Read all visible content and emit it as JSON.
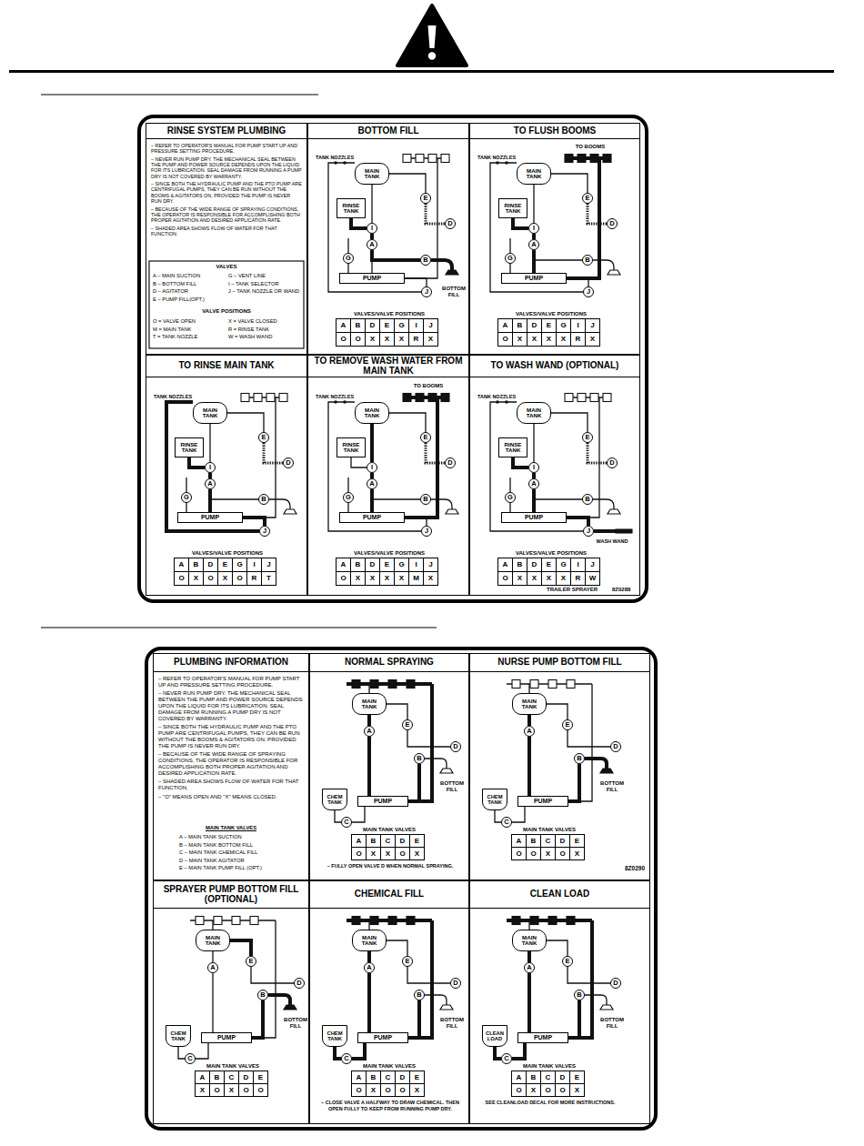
{
  "diagram": {
    "nodes": [
      {
        "text": [
          "RINSE SYSTEM PLUMBING",
          "– REFER TO OPERATOR'S MANUAL FOR PUMP START UP AND PRESSURE SETTING PROCEDURE.",
          "– NEVER RUN PUMP DRY. THE MECHANICAL SEAL BETWEEN THE PUMP AND POWER SOURCE DEPENDS UPON THE LIQUID FOR ITS LUBRICATION. SEAL DAMAGE FROM RUNNING A PUMP DRY IS NOT COVERED BY WARRANTY.",
          "– SINCE BOTH THE HYDRAULIC PUMP AND THE PTO PUMP ARE CENTRIFUGAL PUMPS, THEY CAN BE RUN WITHOUT THE BOOMS & AGITATORS ON, PROVIDED THE PUMP IS NEVER RUN DRY.",
          "– BECAUSE OF THE WIDE RANGE OF SPRAYING CONDITIONS, THE OPERATOR IS RESPONSIBLE FOR ACCOMPLISHING BOTH PROPER AGITATION AND DESIRED APPLICATION RATE.",
          "– SHADED AREA SHOWS FLOW OF WATER FOR THAT FUNCTION."
        ]
      },
      {
        "text": [
          "BOTTOM FILL"
        ]
      },
      {
        "text": [
          "MAIN TANK"
        ],
        "in": 1
      },
      {
        "text": [
          "RINSE TANK"
        ],
        "in": 1
      },
      {
        "text": [
          "E"
        ],
        "in": 1
      },
      {
        "text": [
          "D"
        ],
        "in": 1
      },
      {
        "text": [
          "I"
        ],
        "in": 1
      },
      {
        "text": [
          "A"
        ],
        "in": 1
      },
      {
        "text": [
          "G"
        ],
        "in": 1
      },
      {
        "text": [
          "B"
        ],
        "in": 1
      },
      {
        "text": [
          "PUMP"
        ],
        "in": 1
      },
      {
        "text": [
          "J"
        ],
        "in": 1
      },
      {
        "text": [
          "TO FLUSH BOOMS"
        ]
      },
      {
        "text": [
          "MAIN TANK"
        ],
        "in": 12
      },
      {
        "text": [
          "RINSE TANK"
        ],
        "in": 12
      },
      {
        "text": [
          "E"
        ],
        "in": 12
      },
      {
        "text": [
          "D"
        ],
        "in": 12
      },
      {
        "text": [
          "I"
        ],
        "in": 12
      },
      {
        "text": [
          "A"
        ],
        "in": 12
      },
      {
        "text": [
          "G"
        ],
        "in": 12
      },
      {
        "text": [
          "B"
        ],
        "in": 12
      },
      {
        "text": [
          "PUMP"
        ],
        "in": 12
      },
      {
        "text": [
          "J"
        ],
        "in": 12
      },
      {
        "text": [
          "TO RINSE MAIN TANK"
        ]
      },
      {
        "text": [
          "MAIN TANK"
        ],
        "in": 23
      },
      {
        "text": [
          "RINSE TANK"
        ],
        "in": 23
      },
      {
        "text": [
          "E"
        ],
        "in": 23
      },
      {
        "text": [
          "D"
        ],
        "in": 23
      },
      {
        "text": [
          "I"
        ],
        "in": 23
      },
      {
        "text": [
          "A"
        ],
        "in": 23
      },
      {
        "text": [
          "G"
        ],
        "in": 23
      },
      {
        "text": [
          "B"
        ],
        "in": 23
      },
      {
        "text": [
          "PUMP"
        ],
        "in": 23
      },
      {
        "text": [
          "J"
        ],
        "in": 23
      },
      {
        "text": [
          "TO REMOVE WASH WATER FROM MAIN TANK"
        ]
      },
      {
        "text": [
          "MAIN TANK"
        ],
        "in": 34
      },
      {
        "text": [
          "RINSE TANK"
        ],
        "in": 34
      },
      {
        "text": [
          "E"
        ],
        "in": 34
      },
      {
        "text": [
          "D"
        ],
        "in": 34
      },
      {
        "text": [
          "I"
        ],
        "in": 34
      },
      {
        "text": [
          "A"
        ],
        "in": 34
      },
      {
        "text": [
          "G"
        ],
        "in": 34
      },
      {
        "text": [
          "B"
        ],
        "in": 34
      },
      {
        "text": [
          "PUMP"
        ],
        "in": 34
      },
      {
        "text": [
          "J"
        ],
        "in": 34
      },
      {
        "text": [
          "TO WASH WAND (OPTIONAL)"
        ]
      },
      {
        "text": [
          "MAIN TANK"
        ],
        "in": 45
      },
      {
        "text": [
          "RINSE TANK"
        ],
        "in": 45
      },
      {
        "text": [
          "E"
        ],
        "in": 45
      },
      {
        "text": [
          "D"
        ],
        "in": 45
      },
      {
        "text": [
          "I"
        ],
        "in": 45
      },
      {
        "text": [
          "A"
        ],
        "in": 45
      },
      {
        "text": [
          "G"
        ],
        "in": 45
      },
      {
        "text": [
          "B"
        ],
        "in": 45
      },
      {
        "text": [
          "PUMP"
        ],
        "in": 45
      },
      {
        "text": [
          "J"
        ],
        "in": 45
      },
      {
        "text": [
          "PLUMBING INFORMATION",
          "– REFER TO OPERATOR'S MANUAL FOR PUMP START UP AND PRESSURE SETTING PROCEDURE.",
          "– NEVER RUN PUMP DRY. THE MECHANICAL SEAL BETWEEN THE PUMP AND POWER SOURCE DEPENDS UPON THE LIQUID FOR ITS LUBRICATION. SEAL DAMAGE FROM RUNNING A PUMP DRY IS NOT COVERED BY WARRANTY.",
          "– SINCE BOTH THE HYDRAULIC PUMP AND THE PTO PUMP ARE CENTRIFUGAL PUMPS, THEY CAN BE RUN WITHOUT THE BOOMS & AGITATORS ON, PROVIDED THE PUMP IS NEVER RUN DRY.",
          "– BECAUSE OF THE WIDE RANGE OF SPRAYING CONDITIONS, THE OPERATOR IS RESPONSIBLE FOR ACCOMPLISHING BOTH PROPER AGITATION AND DESIRED APPLICATION RATE.",
          "– SHADED AREA SHOWS FLOW OF WATER FOR THAT FUNCTION.",
          "– \"O\" MEANS OPEN AND \"X\" MEANS CLOSED."
        ]
      },
      {
        "text": [
          "NORMAL SPRAYING"
        ]
      },
      {
        "text": [
          "MAIN TANK"
        ],
        "in": 57
      },
      {
        "text": [
          "E"
        ],
        "in": 57
      },
      {
        "text": [
          "A"
        ],
        "in": 57
      },
      {
        "text": [
          "D"
        ],
        "in": 57
      },
      {
        "text": [
          "B"
        ],
        "in": 57
      },
      {
        "text": [
          "CHEM TANK"
        ],
        "in": 57
      },
      {
        "text": [
          "PUMP"
        ],
        "in": 57
      },
      {
        "text": [
          "C"
        ],
        "in": 57
      },
      {
        "text": [
          "NURSE PUMP BOTTOM FILL"
        ]
      },
      {
        "text": [
          "MAIN TANK"
        ],
        "in": 66
      },
      {
        "text": [
          "E"
        ],
        "in": 66
      },
      {
        "text": [
          "A"
        ],
        "in": 66
      },
      {
        "text": [
          "D"
        ],
        "in": 66
      },
      {
        "text": [
          "B"
        ],
        "in": 66
      },
      {
        "text": [
          "CHEM TANK"
        ],
        "in": 66
      },
      {
        "text": [
          "PUMP"
        ],
        "in": 66
      },
      {
        "text": [
          "C"
        ],
        "in": 66
      },
      {
        "text": [
          "SPRAYER PUMP BOTTOM FILL (OPTIONAL)"
        ]
      },
      {
        "text": [
          "MAIN TANK"
        ],
        "in": 75
      },
      {
        "text": [
          "E"
        ],
        "in": 75
      },
      {
        "text": [
          "A"
        ],
        "in": 75
      },
      {
        "text": [
          "D"
        ],
        "in": 75
      },
      {
        "text": [
          "B"
        ],
        "in": 75
      },
      {
        "text": [
          "CHEM TANK"
        ],
        "in": 75
      },
      {
        "text": [
          "PUMP"
        ],
        "in": 75
      },
      {
        "text": [
          "C"
        ],
        "in": 75
      },
      {
        "text": [
          "CHEMICAL FILL"
        ]
      },
      {
        "text": [
          "MAIN TANK"
        ],
        "in": 84
      },
      {
        "text": [
          "E"
        ],
        "in": 84
      },
      {
        "text": [
          "A"
        ],
        "in": 84
      },
      {
        "text": [
          "D"
        ],
        "in": 84
      },
      {
        "text": [
          "B"
        ],
        "in": 84
      },
      {
        "text": [
          "CHEM TANK"
        ],
        "in": 84
      },
      {
        "text": [
          "PUMP"
        ],
        "in": 84
      },
      {
        "text": [
          "C"
        ],
        "in": 84
      },
      {
        "text": [
          "CLEAN LOAD"
        ]
      },
      {
        "text": [
          "MAIN TANK"
        ],
        "in": 93
      },
      {
        "text": [
          "E"
        ],
        "in": 93
      },
      {
        "text": [
          "A"
        ],
        "in": 93
      },
      {
        "text": [
          "D"
        ],
        "in": 93
      },
      {
        "text": [
          "B"
        ],
        "in": 93
      },
      {
        "text": [
          "CLEAN LOAD"
        ],
        "in": 93
      },
      {
        "text": [
          "PUMP"
        ],
        "in": 93
      },
      {
        "text": [
          "C"
        ],
        "in": 93
      }
    ],
    "edges": [
      {
        "from": 2,
        "to": 6,
        "arrow": "none"
      },
      {
        "from": 3,
        "to": 6,
        "arrow": "none"
      },
      {
        "from": 6,
        "to": 7,
        "arrow": "none"
      },
      {
        "from": 7,
        "to": 10,
        "arrow": "none"
      },
      {
        "from": 7,
        "to": 9,
        "arrow": "none"
      },
      {
        "from": 8,
        "to": 10,
        "arrow": "none"
      },
      {
        "from": 10,
        "to": 11,
        "arrow": "none"
      },
      {
        "from": 2,
        "to": 4,
        "arrow": "none"
      },
      {
        "from": 4,
        "to": 5,
        "arrow": "none"
      },
      {
        "from": 13,
        "to": 17,
        "arrow": "none"
      },
      {
        "from": 14,
        "to": 17,
        "arrow": "none"
      },
      {
        "from": 17,
        "to": 18,
        "arrow": "none"
      },
      {
        "from": 18,
        "to": 21,
        "arrow": "none"
      },
      {
        "from": 18,
        "to": 20,
        "arrow": "none"
      },
      {
        "from": 19,
        "to": 21,
        "arrow": "none"
      },
      {
        "from": 21,
        "to": 22,
        "arrow": "none"
      },
      {
        "from": 13,
        "to": 15,
        "arrow": "none"
      },
      {
        "from": 15,
        "to": 16,
        "arrow": "none"
      },
      {
        "from": 24,
        "to": 28,
        "arrow": "none"
      },
      {
        "from": 25,
        "to": 28,
        "arrow": "none"
      },
      {
        "from": 28,
        "to": 29,
        "arrow": "none"
      },
      {
        "from": 29,
        "to": 32,
        "arrow": "none"
      },
      {
        "from": 29,
        "to": 31,
        "arrow": "none"
      },
      {
        "from": 30,
        "to": 32,
        "arrow": "none"
      },
      {
        "from": 32,
        "to": 33,
        "arrow": "none"
      },
      {
        "from": 24,
        "to": 26,
        "arrow": "none"
      },
      {
        "from": 26,
        "to": 27,
        "arrow": "none"
      },
      {
        "from": 35,
        "to": 39,
        "arrow": "none"
      },
      {
        "from": 36,
        "to": 39,
        "arrow": "none"
      },
      {
        "from": 39,
        "to": 40,
        "arrow": "none"
      },
      {
        "from": 40,
        "to": 43,
        "arrow": "none"
      },
      {
        "from": 40,
        "to": 42,
        "arrow": "none"
      },
      {
        "from": 41,
        "to": 43,
        "arrow": "none"
      },
      {
        "from": 43,
        "to": 44,
        "arrow": "none"
      },
      {
        "from": 35,
        "to": 37,
        "arrow": "none"
      },
      {
        "from": 37,
        "to": 38,
        "arrow": "none"
      },
      {
        "from": 46,
        "to": 50,
        "arrow": "none"
      },
      {
        "from": 47,
        "to": 50,
        "arrow": "none"
      },
      {
        "from": 50,
        "to": 51,
        "arrow": "none"
      },
      {
        "from": 51,
        "to": 54,
        "arrow": "none"
      },
      {
        "from": 51,
        "to": 53,
        "arrow": "none"
      },
      {
        "from": 52,
        "to": 54,
        "arrow": "none"
      },
      {
        "from": 54,
        "to": 55,
        "arrow": "none"
      },
      {
        "from": 46,
        "to": 48,
        "arrow": "none"
      },
      {
        "from": 48,
        "to": 49,
        "arrow": "none"
      },
      {
        "from": 58,
        "to": 60,
        "arrow": "none"
      },
      {
        "from": 60,
        "to": 64,
        "arrow": "none"
      },
      {
        "from": 58,
        "to": 59,
        "arrow": "none"
      },
      {
        "from": 59,
        "to": 61,
        "arrow": "none"
      },
      {
        "from": 64,
        "to": 62,
        "arrow": "none"
      },
      {
        "from": 63,
        "to": 65,
        "arrow": "none"
      },
      {
        "from": 65,
        "to": 64,
        "arrow": "none"
      },
      {
        "from": 67,
        "to": 69,
        "arrow": "none"
      },
      {
        "from": 69,
        "to": 73,
        "arrow": "none"
      },
      {
        "from": 67,
        "to": 68,
        "arrow": "none"
      },
      {
        "from": 68,
        "to": 70,
        "arrow": "none"
      },
      {
        "from": 73,
        "to": 71,
        "arrow": "none"
      },
      {
        "from": 72,
        "to": 74,
        "arrow": "none"
      },
      {
        "from": 74,
        "to": 73,
        "arrow": "none"
      },
      {
        "from": 76,
        "to": 78,
        "arrow": "none"
      },
      {
        "from": 78,
        "to": 82,
        "arrow": "none"
      },
      {
        "from": 76,
        "to": 77,
        "arrow": "none"
      },
      {
        "from": 77,
        "to": 79,
        "arrow": "none"
      },
      {
        "from": 82,
        "to": 80,
        "arrow": "none"
      },
      {
        "from": 81,
        "to": 83,
        "arrow": "none"
      },
      {
        "from": 83,
        "to": 82,
        "arrow": "none"
      },
      {
        "from": 85,
        "to": 87,
        "arrow": "none"
      },
      {
        "from": 87,
        "to": 91,
        "arrow": "none"
      },
      {
        "from": 85,
        "to": 86,
        "arrow": "none"
      },
      {
        "from": 86,
        "to": 88,
        "arrow": "none"
      },
      {
        "from": 91,
        "to": 89,
        "arrow": "none"
      },
      {
        "from": 90,
        "to": 92,
        "arrow": "none"
      },
      {
        "from": 92,
        "to": 91,
        "arrow": "none"
      },
      {
        "from": 94,
        "to": 96,
        "arrow": "none"
      },
      {
        "from": 96,
        "to": 100,
        "arrow": "none"
      },
      {
        "from": 94,
        "to": 95,
        "arrow": "none"
      },
      {
        "from": 95,
        "to": 97,
        "arrow": "none"
      },
      {
        "from": 100,
        "to": 98,
        "arrow": "none"
      },
      {
        "from": 99,
        "to": 101,
        "arrow": "none"
      },
      {
        "from": 101,
        "to": 100,
        "arrow": "none"
      }
    ],
    "labels": [
      "VALVES",
      "A – MAIN SUCTION",
      "G – VENT LINE",
      "B – BOTTOM FILL",
      "I – TANK SELECTOR",
      "D – AGITATOR",
      "J – TANK NOZZLE OR WAND",
      "E – PUMP FILL(OPT.)",
      "VALVE POSITIONS",
      "O = VALVE OPEN",
      "X = VALVE CLOSED",
      "M = MAIN TANK",
      "R = RINSE TANK",
      "T = TANK NOZZLE",
      "W = WASH WAND",
      "TANK NOZZLES",
      "BOTTOM FILL",
      "VALVES/VALVE POSITIONS",
      "A",
      "B",
      "D",
      "E",
      "G",
      "I",
      "J",
      "O",
      "O",
      "X",
      "X",
      "X",
      "R",
      "X",
      "TO BOOMS",
      "TANK NOZZLES",
      "VALVES/VALVE POSITIONS",
      "A",
      "B",
      "D",
      "E",
      "G",
      "I",
      "J",
      "O",
      "X",
      "X",
      "X",
      "X",
      "R",
      "X",
      "TANK NOZZLES",
      "VALVES/VALVE POSITIONS",
      "A",
      "B",
      "D",
      "E",
      "G",
      "I",
      "J",
      "O",
      "X",
      "O",
      "X",
      "O",
      "R",
      "T",
      "TO BOOMS",
      "TANK NOZZLES",
      "VALVES/VALVE POSITIONS",
      "A",
      "B",
      "D",
      "E",
      "G",
      "I",
      "J",
      "O",
      "X",
      "X",
      "X",
      "X",
      "M",
      "X",
      "TANK NOZZLES",
      "WASH WAND",
      "VALVES/VALVE POSITIONS",
      "A",
      "B",
      "D",
      "E",
      "G",
      "I",
      "J",
      "O",
      "X",
      "X",
      "X",
      "X",
      "R",
      "W",
      "TRAILER SPRAYER",
      "8Z0288",
      "MAIN TANK VALVES",
      "A – MAIN TANK SUCTION",
      "B – MAIN TANK BOTTOM FILL",
      "C – MAIN TANK CHEMICAL FILL",
      "D – MAIN TANK AGITATOR",
      "E – MAIN TANK PUMP FILL (OPT.)",
      "BOTTOM FILL",
      "MAIN TANK VALVES",
      "A",
      "B",
      "C",
      "D",
      "E",
      "O",
      "X",
      "X",
      "O",
      "X",
      "– FULLY OPEN VALVE D WHEN NORMAL SPRAYING.",
      "BOTTOM FILL",
      "MAIN TANK VALVES",
      "A",
      "B",
      "C",
      "D",
      "E",
      "O",
      "O",
      "X",
      "O",
      "X",
      "8Z0290",
      "BOTTOM FILL",
      "MAIN TANK VALVES",
      "A",
      "B",
      "C",
      "D",
      "E",
      "X",
      "O",
      "X",
      "O",
      "O",
      "BOTTOM FILL",
      "MAIN TANK VALVES",
      "A",
      "B",
      "C",
      "D",
      "E",
      "O",
      "X",
      "O",
      "O",
      "X",
      "– CLOSE VALVE A HALFWAY TO DRAW CHEMICAL. THEN OPEN FULLY TO KEEP FROM RUNNING PUMP DRY.",
      "BOTTOM FILL",
      "MAIN TANK VALVES",
      "A",
      "B",
      "C",
      "D",
      "E",
      "O",
      "X",
      "O",
      "O",
      "X",
      "SEE CLEANLOAD DECAL FOR MORE INSTRUCTIONS."
    ]
  }
}
